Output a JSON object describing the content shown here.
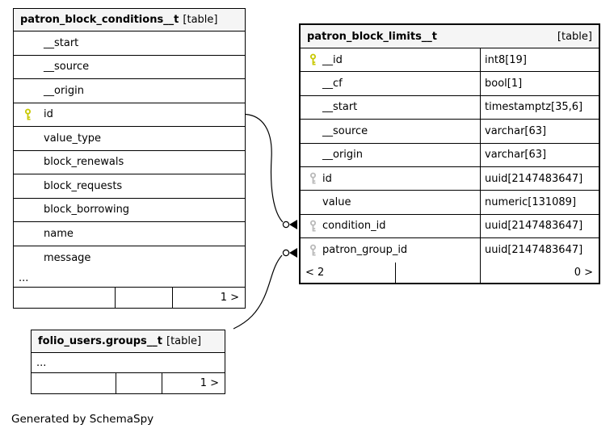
{
  "diagram": {
    "credit": "Generated by SchemaSpy"
  },
  "colors": {
    "primary_key": "#c8c800",
    "foreign_key": "#b9b9b9",
    "header_bg": "#f5f5f5",
    "border": "#000000"
  },
  "tables": {
    "conditions": {
      "name": "patron_block_conditions__t",
      "kind": "[table]",
      "columns": [
        {
          "name": "__start",
          "key": "none"
        },
        {
          "name": "__source",
          "key": "none"
        },
        {
          "name": "__origin",
          "key": "none"
        },
        {
          "name": "id",
          "key": "primary"
        },
        {
          "name": "value_type",
          "key": "none"
        },
        {
          "name": "block_renewals",
          "key": "none"
        },
        {
          "name": "block_requests",
          "key": "none"
        },
        {
          "name": "block_borrowing",
          "key": "none"
        },
        {
          "name": "name",
          "key": "none"
        },
        {
          "name": "message",
          "key": "none"
        }
      ],
      "ellipsis": "...",
      "footer": {
        "left": "",
        "mid": "",
        "right": "1 >"
      }
    },
    "limits": {
      "name": "patron_block_limits__t",
      "kind": "[table]",
      "columns": [
        {
          "name": "__id",
          "type": "int8[19]",
          "key": "primary"
        },
        {
          "name": "__cf",
          "type": "bool[1]",
          "key": "none"
        },
        {
          "name": "__start",
          "type": "timestamptz[35,6]",
          "key": "none"
        },
        {
          "name": "__source",
          "type": "varchar[63]",
          "key": "none"
        },
        {
          "name": "__origin",
          "type": "varchar[63]",
          "key": "none"
        },
        {
          "name": "id",
          "type": "uuid[2147483647]",
          "key": "foreign"
        },
        {
          "name": "value",
          "type": "numeric[131089]",
          "key": "none"
        },
        {
          "name": "condition_id",
          "type": "uuid[2147483647]",
          "key": "foreign"
        },
        {
          "name": "patron_group_id",
          "type": "uuid[2147483647]",
          "key": "foreign"
        }
      ],
      "footer": {
        "left": "< 2",
        "mid": "",
        "right": "0 >"
      }
    },
    "groups": {
      "name": "folio_users.groups__t",
      "kind": "[table]",
      "ellipsis": "...",
      "footer": {
        "left": "",
        "mid": "",
        "right": "1 >"
      }
    }
  }
}
